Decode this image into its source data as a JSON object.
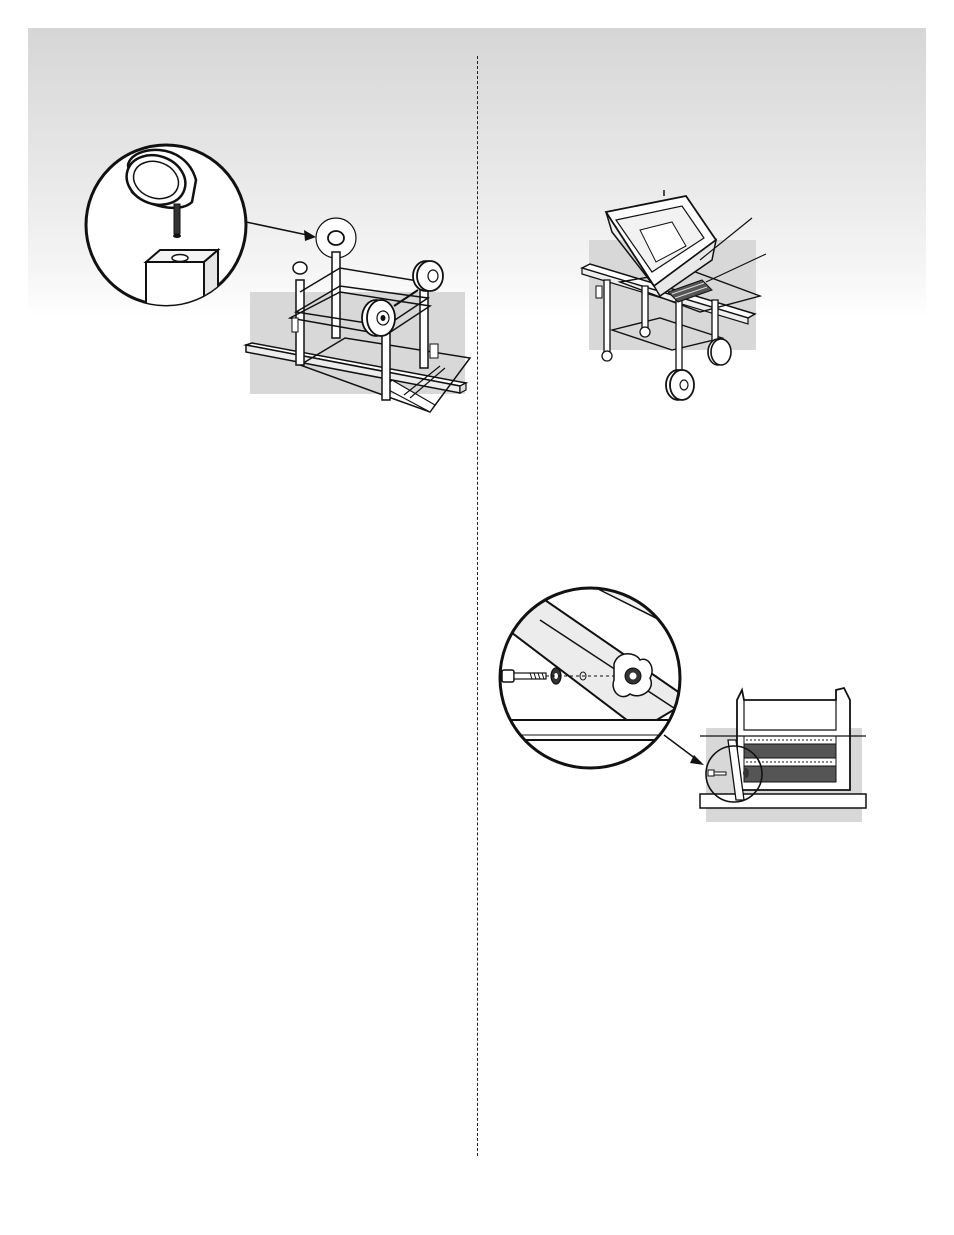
{
  "page": {
    "title": "",
    "background": "#ffffff",
    "header_band_color": "#dcdcdc",
    "figure_shade_color": "#d8d8d8",
    "line_color": "#111111"
  },
  "figures": [
    {
      "id": "cap-insertion-detail",
      "icon": "leg-cap-icon"
    },
    {
      "id": "cart-frame-with-wheels",
      "icon": "cart-frame-icon"
    },
    {
      "id": "cookbox-on-frame",
      "icon": "cookbox-icon"
    },
    {
      "id": "bolt-washer-detail",
      "icon": "bolt-icon"
    },
    {
      "id": "cookbox-mounted",
      "icon": "grill-body-icon"
    }
  ]
}
